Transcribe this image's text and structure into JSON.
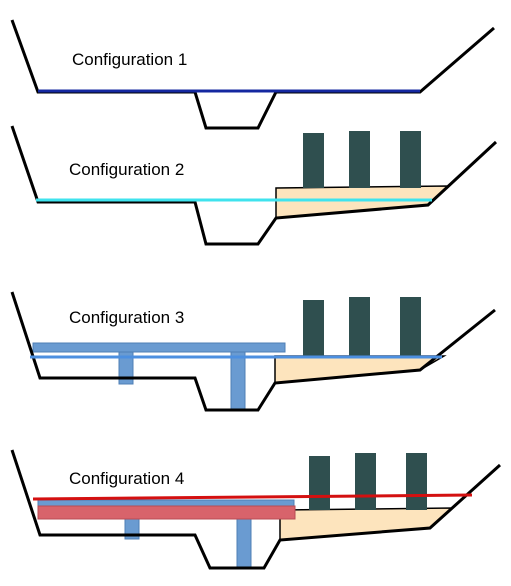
{
  "configurations": [
    {
      "label": "Configuration 1",
      "water_color": "#1428a0"
    },
    {
      "label": "Configuration 2",
      "water_color": "#3fe3ee"
    },
    {
      "label": "Configuration 3",
      "water_color": "#4c8fe0"
    },
    {
      "label": "Configuration 4",
      "water_color": "#d41010"
    }
  ],
  "colors": {
    "valley": "#000000",
    "reclaimed_land": "#fde4bd",
    "building": "#2f4f4f",
    "structure_blue": "#6a9bd1",
    "structure_red": "#d8636b"
  }
}
